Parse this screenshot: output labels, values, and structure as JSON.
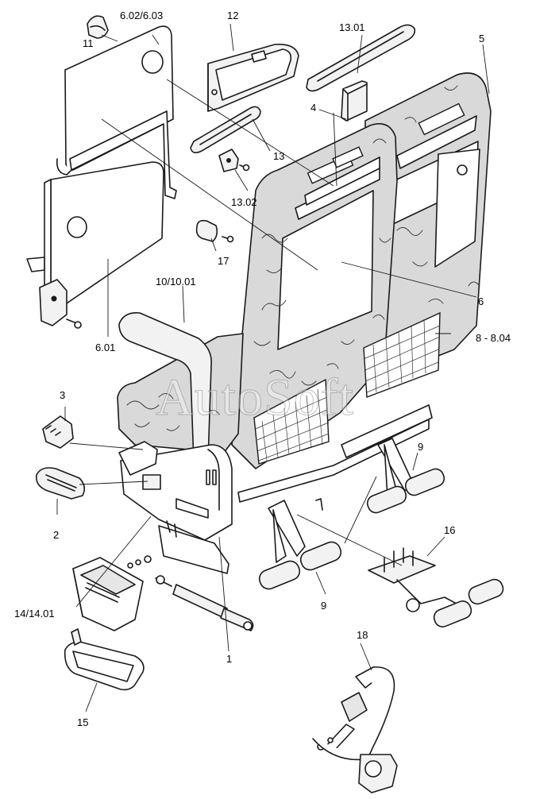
{
  "callouts": {
    "c11": "11",
    "c602_603": "6.02/6.03",
    "c12": "12",
    "c1301": "13.01",
    "c5": "5",
    "c4": "4",
    "c13": "13",
    "c1302": "13.02",
    "c17": "17",
    "c10_1001": "10/10.01",
    "c601": "6.01",
    "c6": "6",
    "c8_804": "8 - 8.04",
    "c3": "3",
    "c9_right": "9",
    "c2": "2",
    "c16": "16",
    "c9_bottom": "9",
    "c14_1401": "14/14.01",
    "c1": "1",
    "c18": "18",
    "c15": "15"
  },
  "watermark": "AutoSoft"
}
